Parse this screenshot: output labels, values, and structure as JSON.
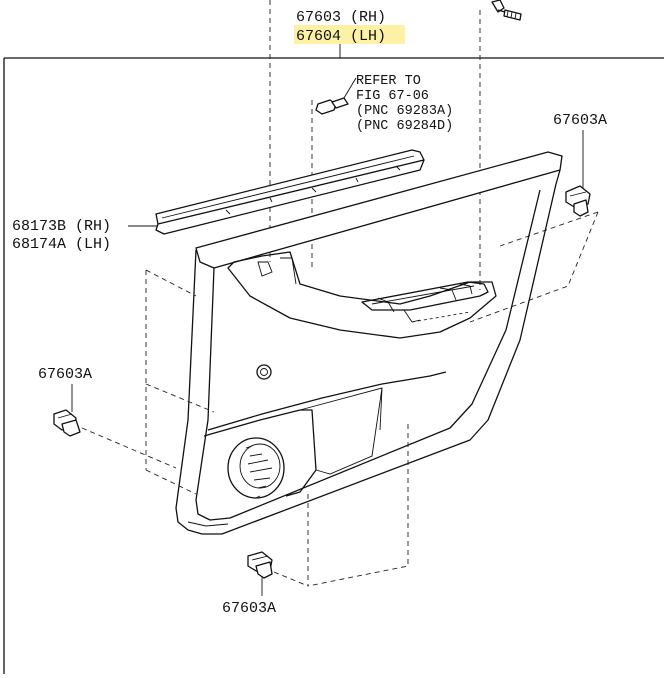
{
  "labels": {
    "main_rh": "67603 (RH)",
    "main_lh": "67604 (LH)",
    "refer_line1": "REFER TO",
    "refer_line2": "FIG 67-06",
    "refer_line3": "(PNC 69283A)",
    "refer_line4": "(PNC 69284D)",
    "clip_top_right": "67603A",
    "clip_left": "67603A",
    "clip_bottom": "67603A",
    "weatherstrip_rh": "68173B (RH)",
    "weatherstrip_lh": "68174A (LH)"
  },
  "highlight_color": "#fdf1a6",
  "line_color": "#111111"
}
